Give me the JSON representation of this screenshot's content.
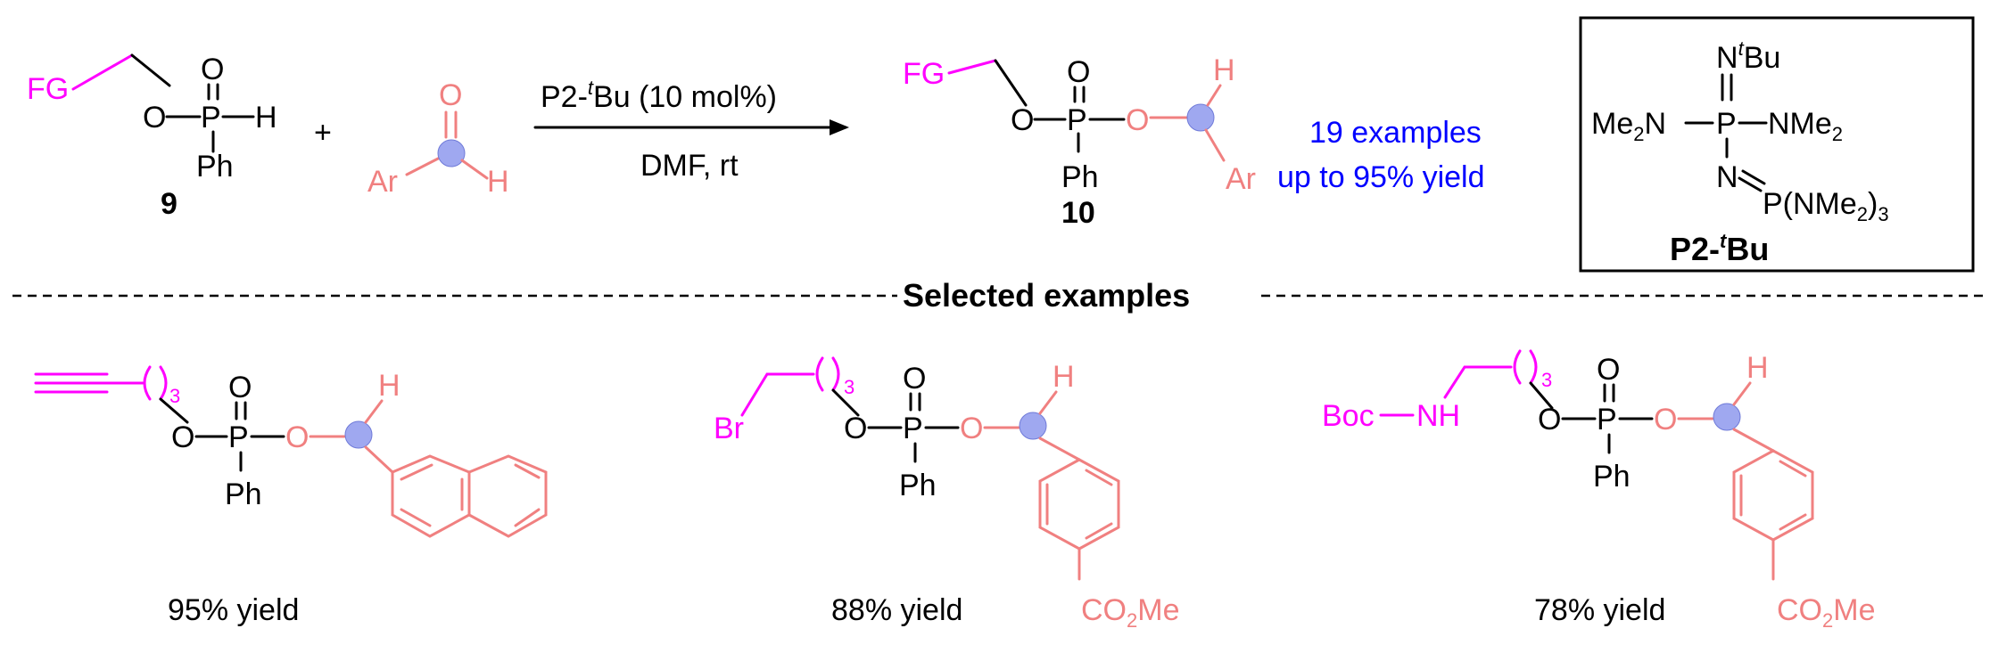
{
  "reaction": {
    "reactant": {
      "fg": "FG",
      "o": "O",
      "p": "P",
      "h": "H",
      "ph": "Ph",
      "label": "9"
    },
    "plus": "+",
    "aldehyde": {
      "ar": "Ar",
      "o": "O",
      "h": "H"
    },
    "conditions": {
      "catalyst_main": "P2-",
      "catalyst_sup": "t",
      "catalyst_rest": "Bu (10 mol%)",
      "solvent": "DMF,  rt"
    },
    "product": {
      "fg": "FG",
      "o": "O",
      "p": "P",
      "h": "H",
      "ar": "Ar",
      "ph": "Ph",
      "label": "10"
    },
    "scope": {
      "line1": "19 examples",
      "line2": "up to 95% yield"
    }
  },
  "catalyst_box": {
    "n_top": "N",
    "t_sup": "t",
    "bu": "Bu",
    "me2n": "Me",
    "me2n_sub": "2",
    "me2n_n": "N",
    "p": "P",
    "nme2": "NMe",
    "nme2_sub": "2",
    "n_bottom": "N",
    "pnme2": "P(NMe",
    "pnme2_sub": "2",
    "pnme2_close": ")",
    "pnme2_sub3": "3",
    "name_main": "P2-",
    "name_sup": "t",
    "name_rest": "Bu"
  },
  "divider": {
    "title": "Selected examples"
  },
  "examples": [
    {
      "sub3": "3",
      "o": "O",
      "p": "P",
      "h": "H",
      "ph": "Ph",
      "yield": "95% yield"
    },
    {
      "br": "Br",
      "sub3": "3",
      "o": "O",
      "p": "P",
      "h": "H",
      "ph": "Ph",
      "co2me": "CO",
      "co2me_sub": "2",
      "co2me_rest": "Me",
      "yield": "88% yield"
    },
    {
      "boc": "Boc",
      "nh": "NH",
      "sub3": "3",
      "o": "O",
      "p": "P",
      "h": "H",
      "ph": "Ph",
      "co2me": "CO",
      "co2me_sub": "2",
      "co2me_rest": "Me",
      "yield": "78% yield"
    }
  ],
  "colors": {
    "fg_magenta": "#ff00ff",
    "aryl_salmon": "#f08080",
    "scope_blue": "#0000ff",
    "carbon_dot": "#9fa8f0"
  }
}
